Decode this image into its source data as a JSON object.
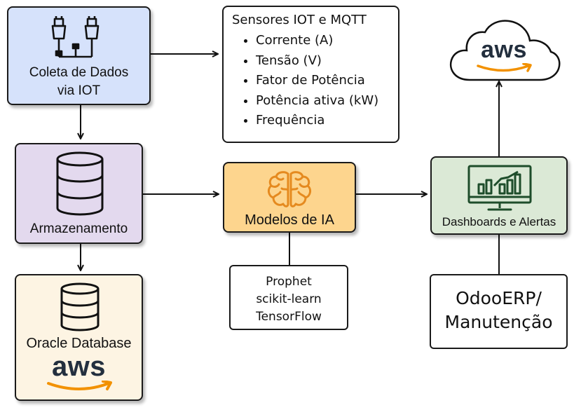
{
  "nodes": {
    "coleta": {
      "line1": "Coleta de Dados",
      "line2": "via IOT",
      "color": "#d6e2fb"
    },
    "sensores": {
      "title": "Sensores IOT e MQTT",
      "items": [
        "Corrente (A)",
        "Tensão (V)",
        "Fator de Potência",
        "Potência ativa (kW)",
        "Frequência"
      ]
    },
    "armazenamento": {
      "label": "Armazenamento",
      "color": "#e3d9ee"
    },
    "oracle": {
      "label": "Oracle Database",
      "logo_text": "aws",
      "color": "#fdf4e3"
    },
    "modelos": {
      "label": "Modelos de IA",
      "color": "#fdd58e"
    },
    "libs": {
      "items": [
        "Prophet",
        "scikit-learn",
        "TensorFlow"
      ]
    },
    "dashboards": {
      "label": "Dashboards e Alertas",
      "color": "#dbe9d6"
    },
    "aws_cloud": {
      "logo_text": "aws"
    },
    "erp": {
      "line1": "OdooERP/",
      "line2": "Manutenção"
    }
  },
  "colors": {
    "icon_orange": "#e58a1f",
    "icon_green": "#1e4d2b",
    "aws_dark": "#232f3e",
    "aws_orange": "#f29100",
    "line": "#111111"
  }
}
